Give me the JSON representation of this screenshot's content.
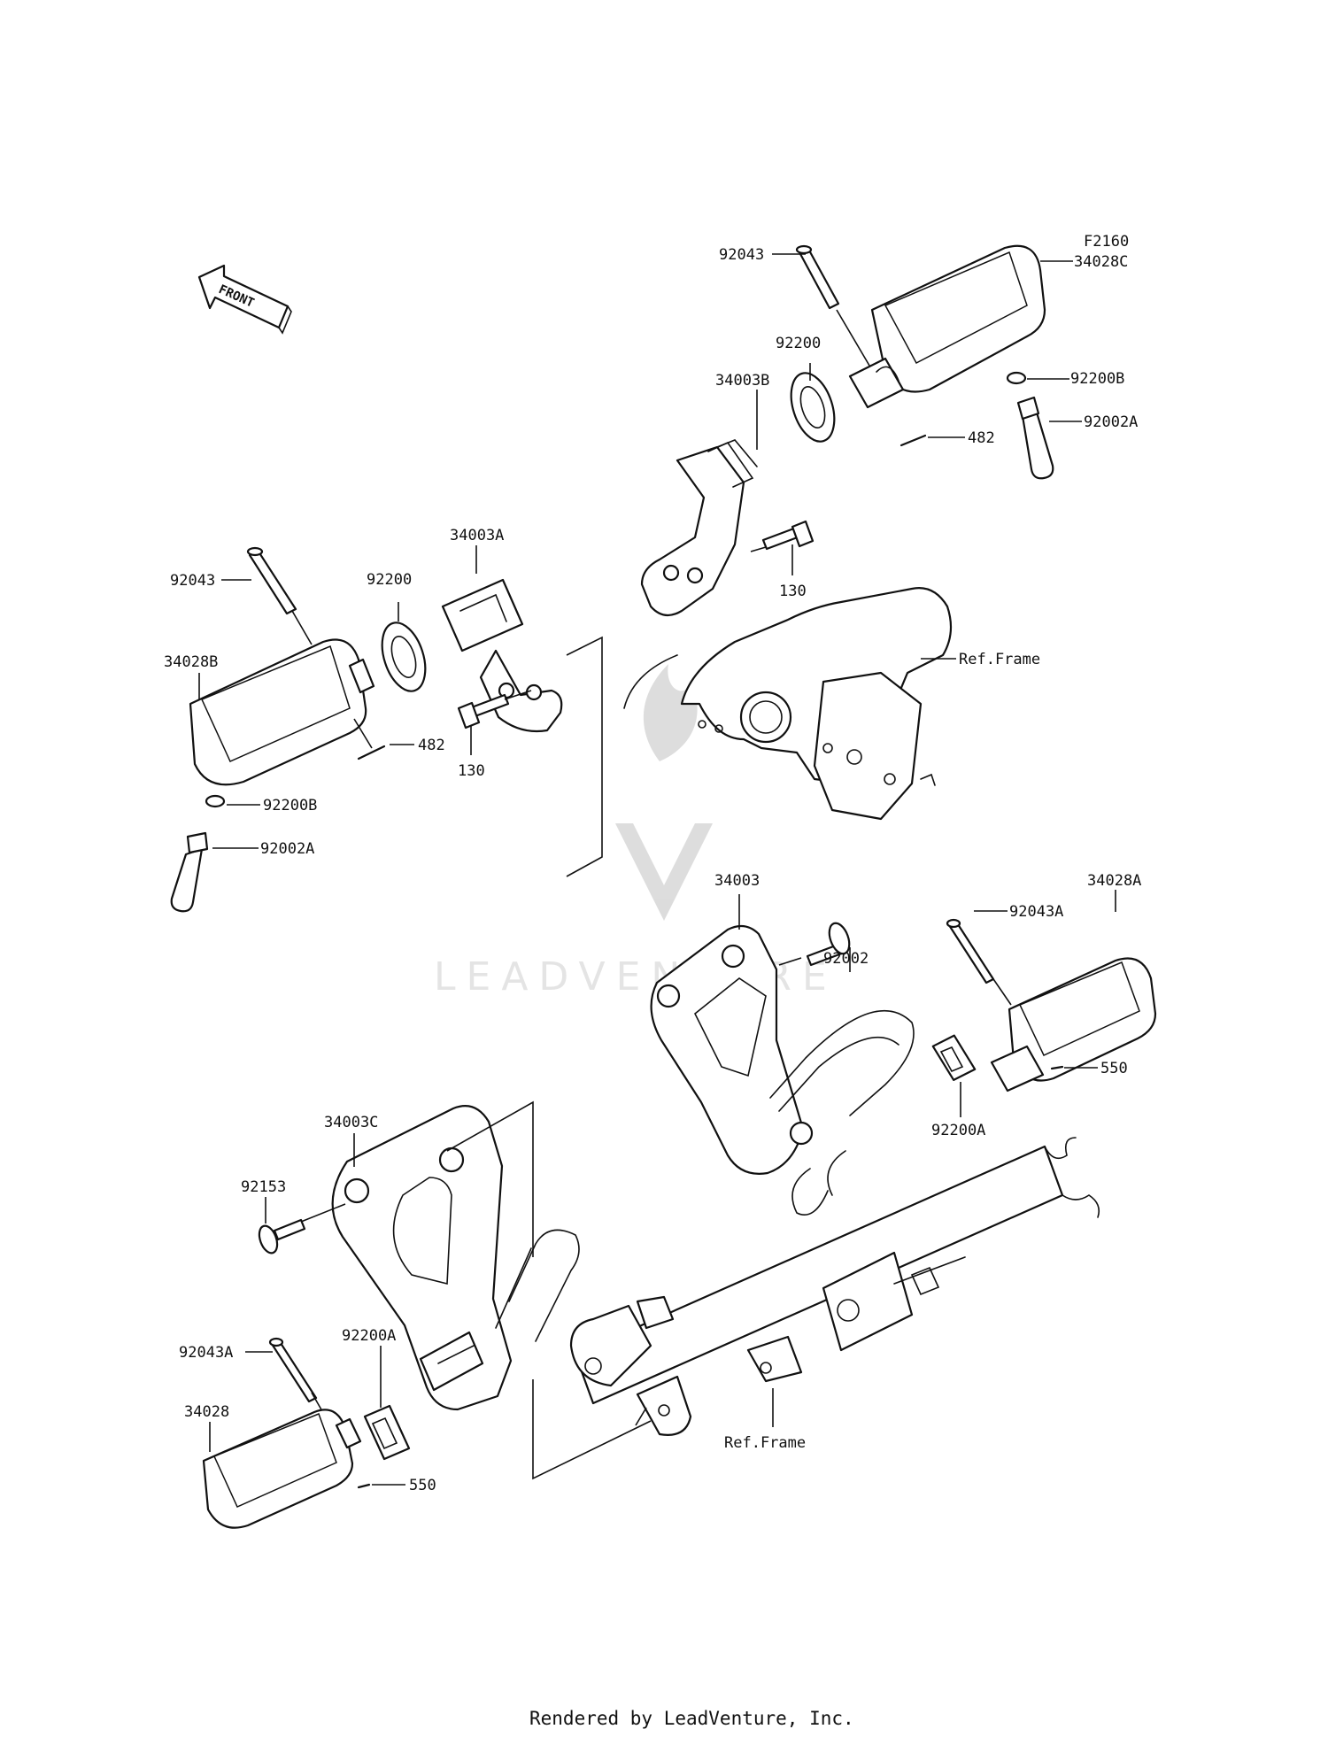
{
  "figure_code": "F2160",
  "front_label": "FRONT",
  "footer": "Rendered by LeadVenture, Inc.",
  "watermark": "LEADVENTURE",
  "callouts": {
    "upper_right": {
      "p92043": "92043",
      "p34028C": "34028C",
      "p92200": "92200",
      "p92200B": "92200B",
      "p34003B": "34003B",
      "p92002A": "92002A",
      "p482": "482",
      "p130": "130",
      "ref_frame": "Ref.Frame"
    },
    "upper_left": {
      "p34003A": "34003A",
      "p92043": "92043",
      "p92200": "92200",
      "p34028B": "34028B",
      "p482": "482",
      "p130": "130",
      "p92200B": "92200B",
      "p92002A": "92002A"
    },
    "lower_right": {
      "p34003": "34003",
      "p92002": "92002",
      "p92043A": "92043A",
      "p34028A": "34028A",
      "p550": "550",
      "p92200A": "92200A"
    },
    "lower_left": {
      "p34003C": "34003C",
      "p92153": "92153",
      "p92043A": "92043A",
      "p92200A": "92200A",
      "p34028": "34028",
      "p550": "550",
      "ref_frame": "Ref.Frame"
    }
  }
}
